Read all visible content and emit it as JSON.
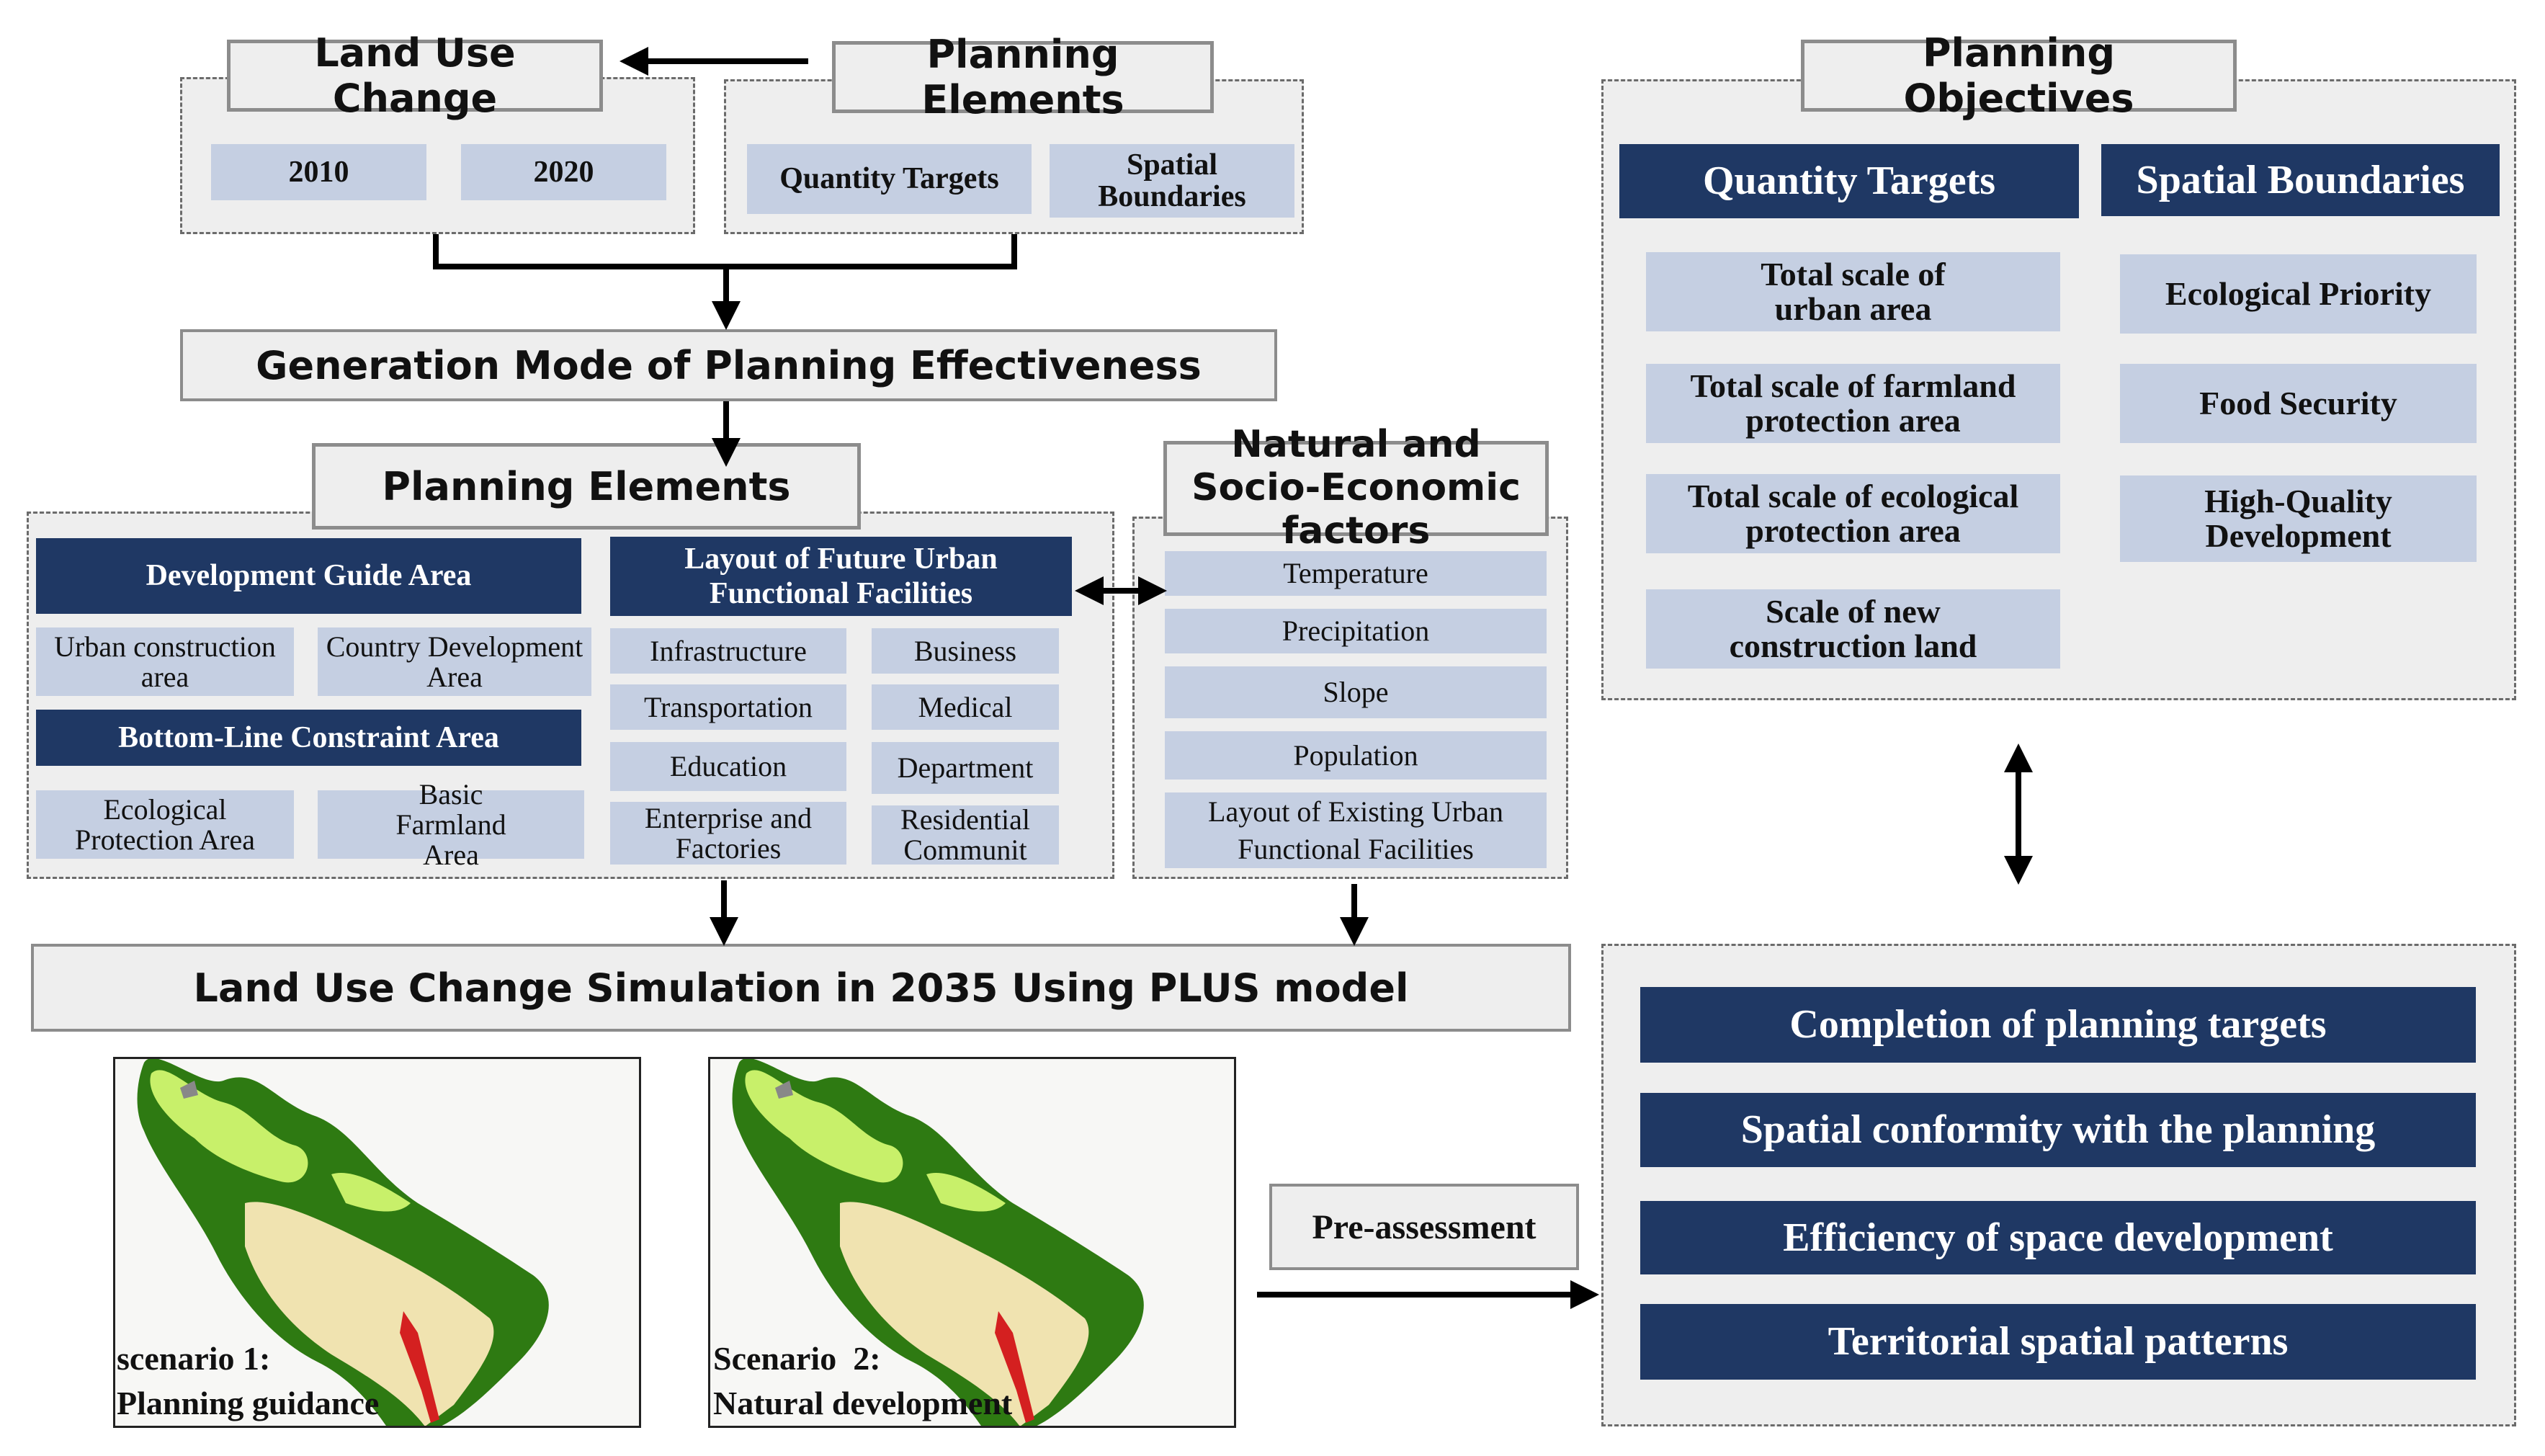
{
  "top": {
    "land_use_change": {
      "title": "Land Use Change",
      "years": [
        "2010",
        "2020"
      ]
    },
    "planning_elements": {
      "title": "Planning Elements",
      "items": [
        "Quantity Targets",
        "Spatial Boundaries"
      ]
    }
  },
  "generation_mode": "Generation Mode of Planning Effectiveness",
  "planning_elements_detail": {
    "title": "Planning Elements",
    "development_guide_area": {
      "title": "Development Guide Area",
      "items": [
        "Urban construction area",
        "Country Development Area"
      ]
    },
    "bottom_line_constraint_area": {
      "title": "Bottom-Line Constraint Area",
      "items": [
        "Ecological Protection Area",
        "Basic Farmland Area"
      ]
    },
    "future_facilities": {
      "title": "Layout of Future Urban Functional Facilities",
      "items": [
        "Infrastructure",
        "Business",
        "Transportation",
        "Medical",
        "Education",
        "Department",
        "Enterprise and Factories",
        "Residential Communit"
      ]
    }
  },
  "natural_factors": {
    "title": "Natural and Socio-Economic factors",
    "items": [
      "Temperature",
      "Precipitation",
      "Slope",
      "Population",
      "Layout of Existing Urban Functional Facilities"
    ]
  },
  "simulation": "Land Use Change Simulation in 2035 Using PLUS model",
  "scenarios": [
    {
      "label_1": "scenario 1:",
      "label_2": "Planning guidance"
    },
    {
      "label_1": "Scenario  2:",
      "label_2": "Natural development"
    }
  ],
  "pre_assessment": "Pre-assessment",
  "objectives": {
    "title": "Planning Objectives",
    "quantity_targets": {
      "title": "Quantity Targets",
      "items": [
        "Total scale of urban area",
        "Total scale of farmland protection area",
        "Total scale of ecological protection area",
        "Scale of new construction land"
      ]
    },
    "spatial_boundaries": {
      "title": "Spatial Boundaries",
      "items": [
        "Ecological Priority",
        "Food Security",
        "High-Quality Development"
      ]
    }
  },
  "assessment": [
    "Completion of planning targets",
    "Spatial conformity with the planning",
    "Efficiency of space development",
    "Territorial spatial patterns"
  ],
  "colors": {
    "navy": "#1f3864",
    "light_blue": "#c5cfe2",
    "grey_box": "#eeeeee",
    "map_dark_green": "#2e7a12",
    "map_light_green": "#c8f06a",
    "map_cream": "#f0e3b0",
    "map_red": "#d42020"
  }
}
